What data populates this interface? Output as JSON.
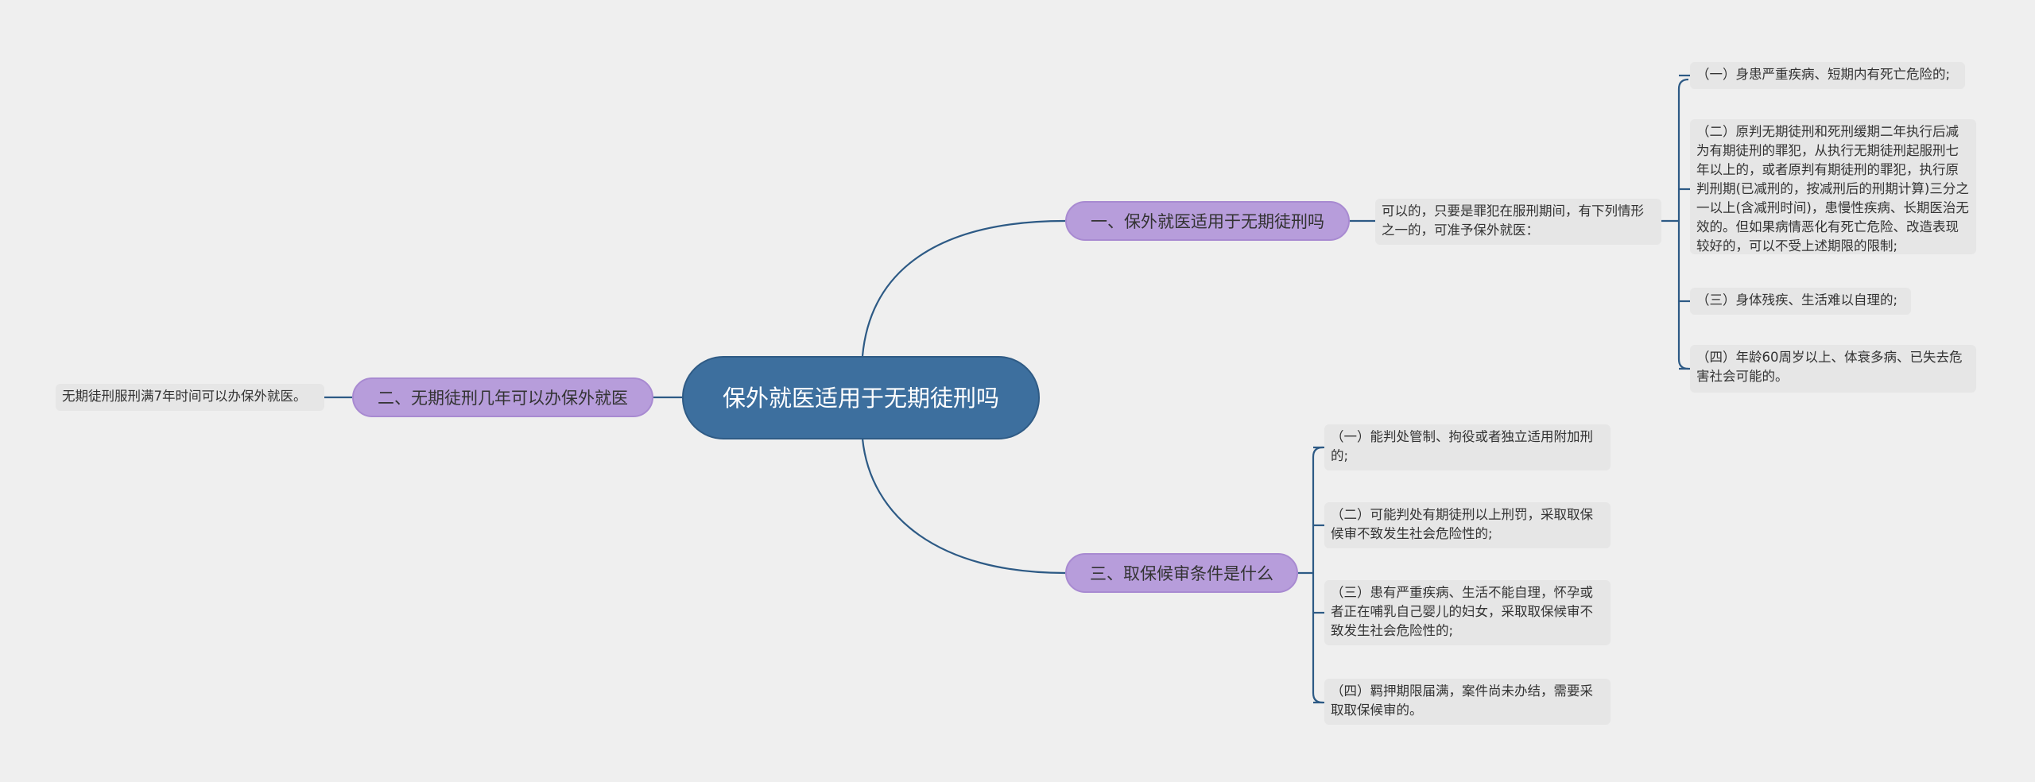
{
  "colors": {
    "background": "#efefef",
    "root_fill": "#3d6f9e",
    "branch_fill": "#b79ddb",
    "leaf_fill": "#e6e6e6",
    "connector": "#2d5a85"
  },
  "root": {
    "label": "保外就医适用于无期徒刑吗"
  },
  "branch1": {
    "label": "一、保外就医适用于无期徒刑吗",
    "answer": "可以的，只要是罪犯在服刑期间，有下列情形之一的，可准予保外就医：",
    "items": [
      "（一）身患严重疾病、短期内有死亡危险的;",
      "（二）原判无期徒刑和死刑缓期二年执行后减为有期徒刑的罪犯，从执行无期徒刑起服刑七年以上的，或者原判有期徒刑的罪犯，执行原判刑期(已减刑的，按减刑后的刑期计算)三分之一以上(含减刑时间)，患慢性疾病、长期医治无效的。但如果病情恶化有死亡危险、改造表现较好的，可以不受上述期限的限制;",
      "（三）身体残疾、生活难以自理的;",
      "（四）年龄60周岁以上、体衰多病、已失去危害社会可能的。"
    ]
  },
  "branch2": {
    "label": "二、无期徒刑几年可以办保外就医",
    "answer": "无期徒刑服刑满7年时间可以办保外就医。"
  },
  "branch3": {
    "label": "三、取保候审条件是什么",
    "items": [
      "（一）能判处管制、拘役或者独立适用附加刑的;",
      "（二）可能判处有期徒刑以上刑罚，采取取保候审不致发生社会危险性的;",
      "（三）患有严重疾病、生活不能自理，怀孕或者正在哺乳自己婴儿的妇女，采取取保候审不致发生社会危险性的;",
      "（四）羁押期限届满，案件尚未办结，需要采取取保候审的。"
    ]
  }
}
